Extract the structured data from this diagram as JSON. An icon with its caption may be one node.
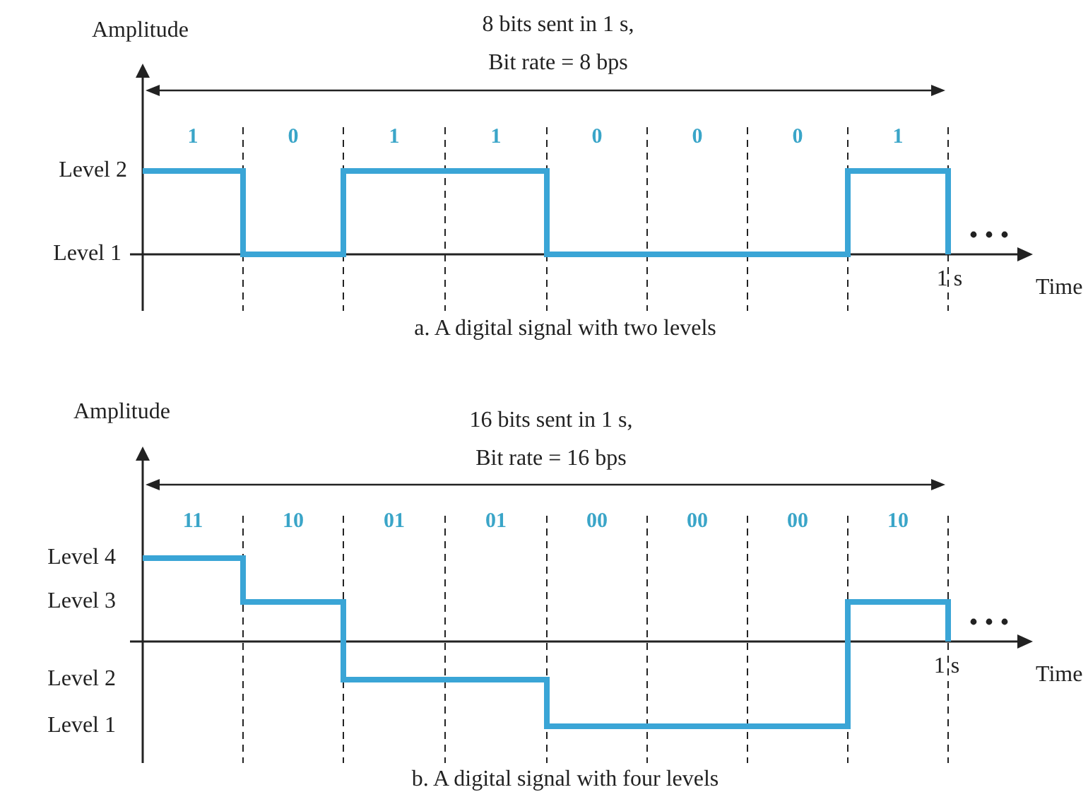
{
  "diagram": {
    "labels": [
      "Amplitude",
      "8 bits sent in 1 s,",
      "Bit rate = 8 bps",
      "1",
      "0",
      "1",
      "1",
      "0",
      "0",
      "0",
      "1",
      "Level 2",
      "Level 1",
      "1 s",
      "Time",
      "a. A digital signal with two levels",
      "Amplitude",
      "16 bits sent in 1 s,",
      "Bit rate = 16 bps",
      "11",
      "10",
      "01",
      "01",
      "00",
      "00",
      "00",
      "10",
      "Level 4",
      "Level 3",
      "Level 2",
      "Level 1",
      "1 s",
      "Time",
      "b. A digital signal with four levels"
    ]
  }
}
